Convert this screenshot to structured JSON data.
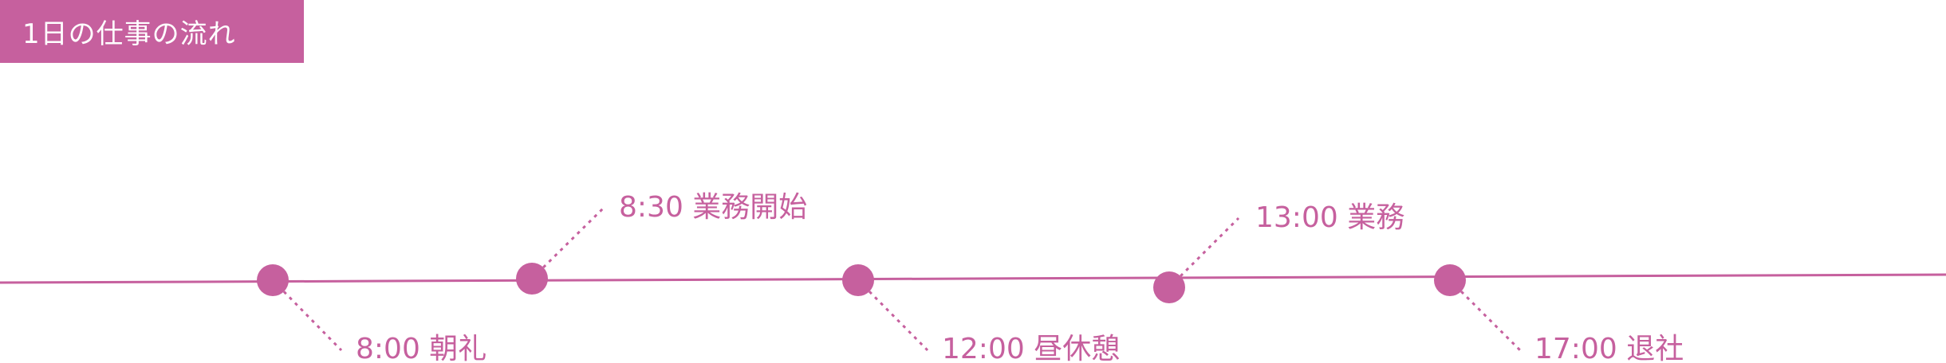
{
  "title": "1日の仕事の流れ",
  "colors": {
    "accent": "#c6609e",
    "title_text": "#ffffff",
    "background": "#ffffff"
  },
  "events": [
    {
      "time": "8:00",
      "label": "朝礼",
      "text": "8:00 朝礼",
      "side": "below"
    },
    {
      "time": "8:30",
      "label": "業務開始",
      "text": "8:30 業務開始",
      "side": "above"
    },
    {
      "time": "12:00",
      "label": "昼休憩",
      "text": "12:00 昼休憩",
      "side": "below"
    },
    {
      "time": "13:00",
      "label": "業務",
      "text": "13:00 業務",
      "side": "above"
    },
    {
      "time": "17:00",
      "label": "退社",
      "text": "17:00 退社",
      "side": "below"
    }
  ]
}
